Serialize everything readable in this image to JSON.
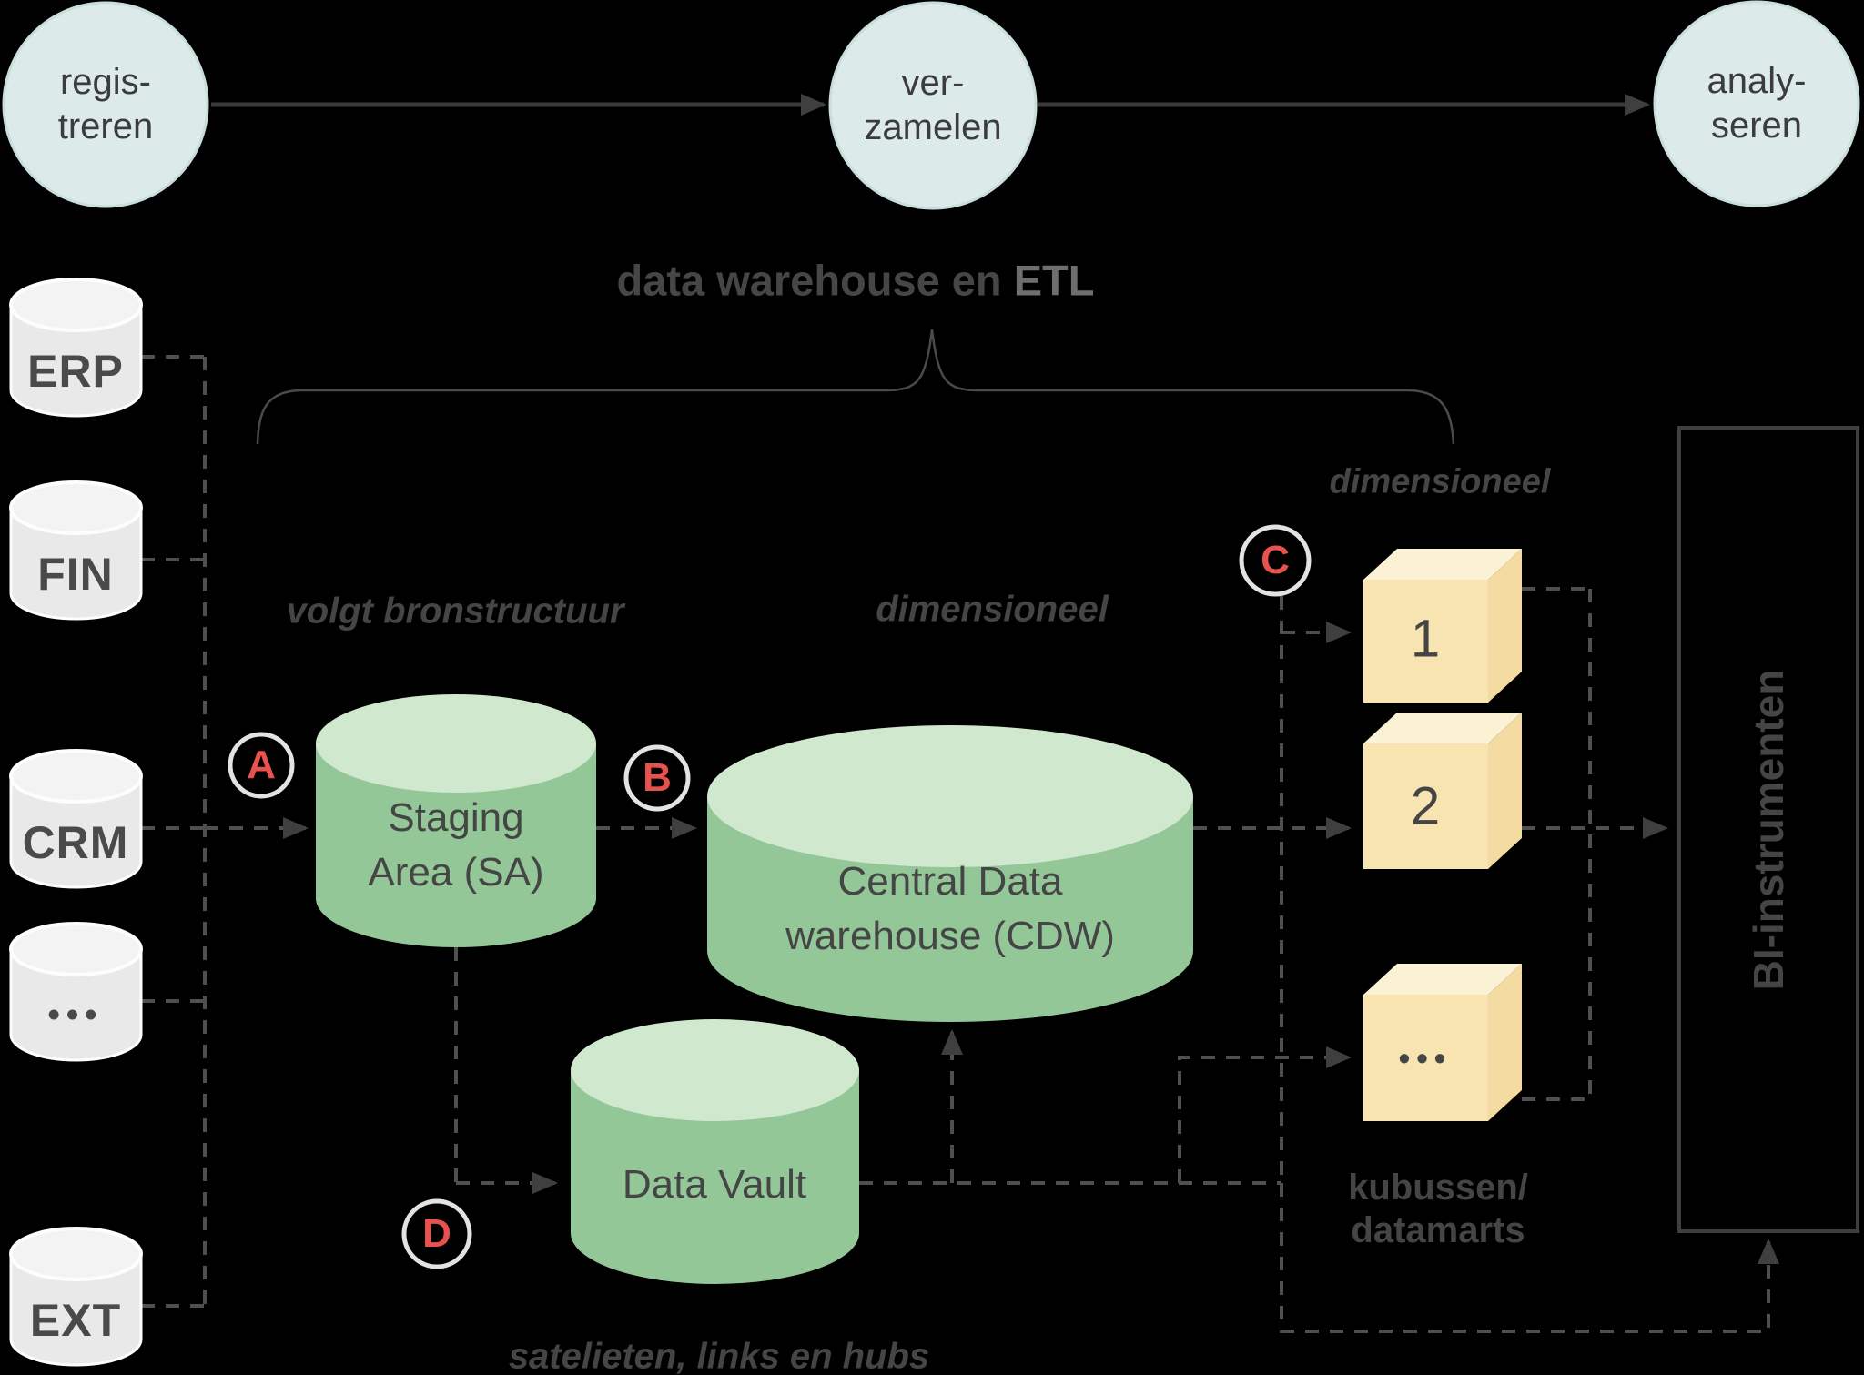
{
  "process_steps": [
    {
      "line1": "regis-",
      "line2": "treren"
    },
    {
      "line1": "ver-",
      "line2": "zamelen"
    },
    {
      "line1": "analy-",
      "line2": "seren"
    }
  ],
  "title": {
    "main": "data warehouse en ",
    "accent": "ETL"
  },
  "sources": {
    "items": [
      {
        "label": "ERP"
      },
      {
        "label": "FIN"
      },
      {
        "label": "CRM"
      },
      {
        "label": "•••"
      },
      {
        "label": "EXT"
      }
    ]
  },
  "staging": {
    "line1": "Staging",
    "line2": "Area (SA)",
    "annotation": "volgt bronstructuur"
  },
  "cdw": {
    "line1": "Central Data",
    "line2": "warehouse (CDW)",
    "annotation": "dimensioneel"
  },
  "data_vault": {
    "label": "Data Vault",
    "annotation": "satelieten, links en hubs"
  },
  "cubes": {
    "annotation": "dimensioneel",
    "items": [
      {
        "label": "1"
      },
      {
        "label": "2"
      },
      {
        "label": "•••"
      }
    ],
    "caption": {
      "line1": "kubussen/",
      "line2": "datamarts"
    }
  },
  "bi": {
    "label": "BI-instrumenten"
  },
  "markers": [
    {
      "label": "A"
    },
    {
      "label": "B"
    },
    {
      "label": "C"
    },
    {
      "label": "D"
    }
  ],
  "colors": {
    "background": "#000000",
    "step_circle_fill": "#dcebe9",
    "step_circle_stroke": "#c9dedb",
    "source_cylinder_fill": "#e9e9e9",
    "source_cylinder_top": "#f3f3f3",
    "green_cylinder_fill": "#93c797",
    "green_cylinder_top": "#d0e8ce",
    "cube_front": "#f7e4b0",
    "cube_top": "#fbf1d4",
    "cube_side": "#f3dba1",
    "text_dark": "#454545",
    "title_accent": "#6e6e6e",
    "marker_red": "#e8514e",
    "line_color": "#4a4a4a"
  }
}
